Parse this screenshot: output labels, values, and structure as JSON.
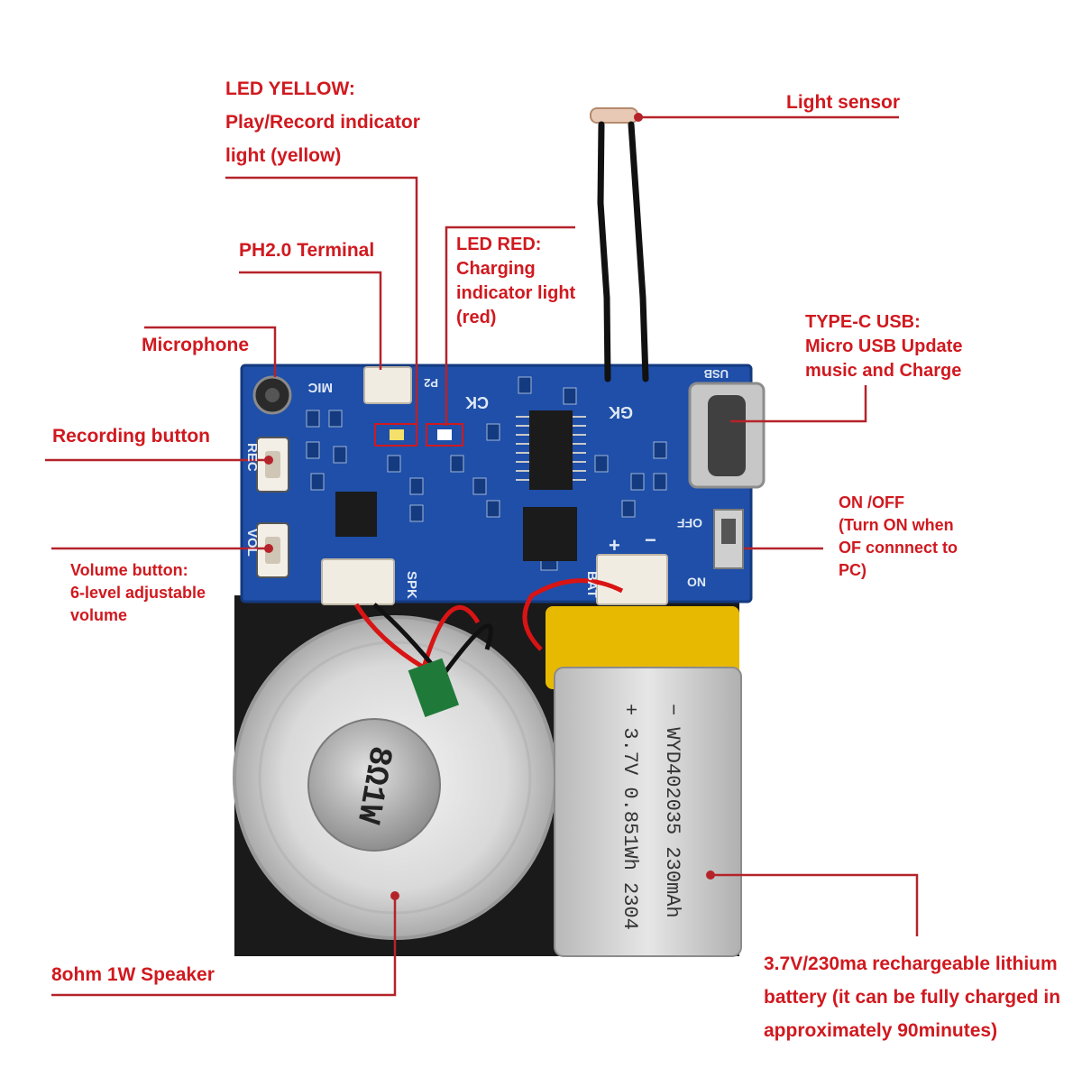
{
  "colors": {
    "label": "#d0191f",
    "leader": "#b5232a",
    "pcb": "#1f4fa8",
    "pcb_dark": "#143a80",
    "silkscreen": "#dfe8f5",
    "chip": "#1b1b1b",
    "base": "#1a1a1a",
    "battery": "#c8c8c8",
    "battery_tape": "#f2c200",
    "wire_red": "#d81414",
    "wire_black": "#111111"
  },
  "labels": {
    "led_yellow": "LED YELLOW:\nPlay/Record indicator\nlight (yellow)",
    "ph20": "PH2.0 Terminal",
    "led_red": "LED RED:\nCharging\nindicator light\n(red)",
    "light_sensor": "Light sensor",
    "microphone": "Microphone",
    "type_c": "TYPE-C USB:\nMicro USB Update\nmusic and Charge",
    "recording": "Recording button",
    "on_off": "ON /OFF\n(Turn ON when\nOF connnect to\nPC)",
    "volume": "Volume button:\n6-level adjustable\nvolume",
    "speaker": "8ohm 1W Speaker",
    "battery": "3.7V/230ma rechargeable lithium\nbattery (it can be fully charged in\napproximately 90minutes)"
  },
  "board_text": {
    "mic": "MIC",
    "rec": "REC",
    "vol": "VOL",
    "spk": "SPK",
    "bat": "BAT",
    "gk": "GK",
    "ck": "CK",
    "usb": "USB",
    "off": "OFF",
    "on": "ON",
    "p2": "P2",
    "plus": "+",
    "minus": "−",
    "speaker_marking": "8Ω1W",
    "battery_line1": "−  WYD402035   230mAh",
    "battery_line2": "+  3.7V 0.851Wh 2304"
  }
}
